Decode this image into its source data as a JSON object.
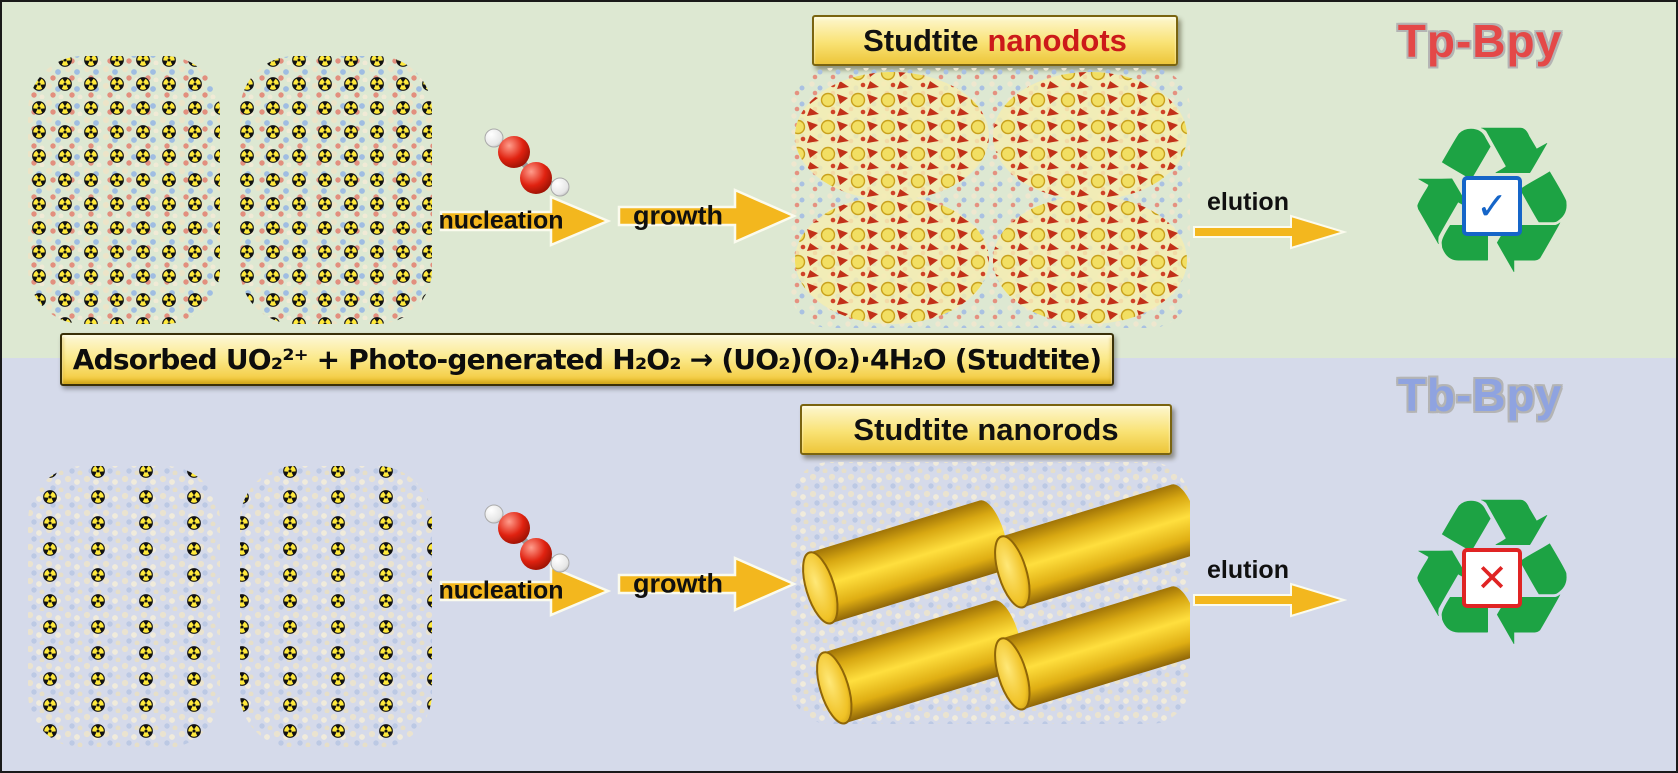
{
  "equation": {
    "text": "Adsorbed UO₂²⁺ + Photo-generated H₂O₂ → (UO₂)(O₂)·4H₂O (Studtite)"
  },
  "top_panel": {
    "material_label": "Tp-Bpy",
    "product_label": "Studtite",
    "product_label_highlight": "nanodots",
    "nucleation_label": "nucleation",
    "growth_label": "growth",
    "elution_label": "elution"
  },
  "bottom_panel": {
    "material_label": "Tb-Bpy",
    "product_label": "Studtite nanorods",
    "nucleation_label": "nucleation",
    "growth_label": "growth",
    "elution_label": "elution"
  },
  "icons": {
    "recycle": "♻",
    "check": "✓",
    "cross": "✕"
  },
  "colors": {
    "top_panel_bg": "#dde8d2",
    "bottom_panel_bg": "#d5daea",
    "arrow_gold": "#f3b71e",
    "recycle_green": "#1da344",
    "nanodots_highlight_red": "#cc1a1a",
    "tp_bpy_red": "#e44848",
    "tb_bpy_blue": "#8fa3e0",
    "check_blue": "#1565c8",
    "cross_red": "#e02424",
    "radioactive_yellow": "#ffe93c"
  }
}
